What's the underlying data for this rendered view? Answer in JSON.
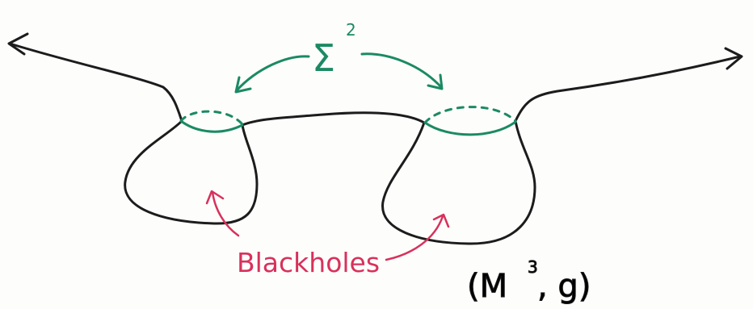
{
  "colors": {
    "paper": "#fdfdfc",
    "manifold": "#1c1c1c",
    "horizon": "#1b8a63",
    "annotation": "#d8315b"
  },
  "labels": {
    "sigma_symbol": "Σ",
    "sigma_exponent": "2",
    "blackholes": "Blackholes",
    "manifold_open": "(M",
    "manifold_exponent": "3",
    "manifold_rest": ", g)"
  },
  "icons": {
    "left_end": "arrowhead-left-icon",
    "right_end": "arrowhead-right-icon",
    "sigma_arrows": "curved-double-arrow-icon",
    "label_pointer": "curved-pointer-arrow-icon"
  }
}
